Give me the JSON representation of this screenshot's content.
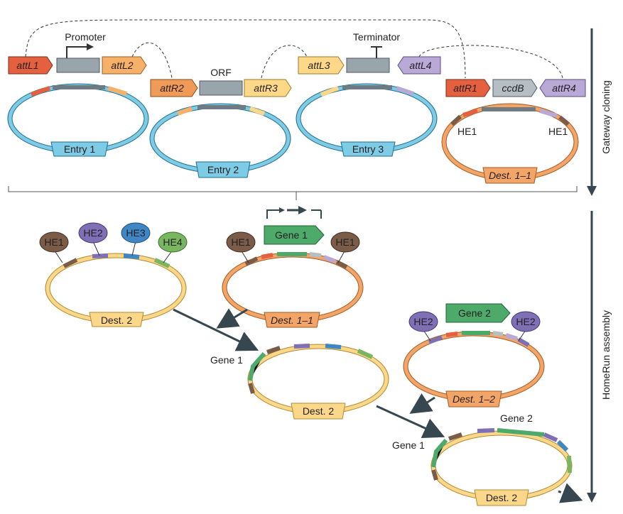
{
  "section_gateway": {
    "label": "Gateway cloning"
  },
  "section_homerun": {
    "label": "HomeRun assembly"
  },
  "plasmids": {
    "entry1": {
      "label": "Entry 1"
    },
    "entry2": {
      "label": "Entry 2"
    },
    "entry3": {
      "label": "Entry 3"
    },
    "dest11_top": {
      "label": "Dest. 1–1"
    },
    "dest2_a": {
      "label": "Dest. 2"
    },
    "dest11_mid": {
      "label": "Dest. 1–1"
    },
    "dest2_b": {
      "label": "Dest. 2"
    },
    "dest12": {
      "label": "Dest. 1–2"
    },
    "dest2_c": {
      "label": "Dest. 2"
    }
  },
  "elements": {
    "attL1": "attL1",
    "attL2": "attL2",
    "attR2": "attR2",
    "attR3": "attR3",
    "attL3": "attL3",
    "attL4": "attL4",
    "attR1": "attR1",
    "ccdB": "ccdB",
    "attR4": "attR4",
    "promoter": "Promoter",
    "orf": "ORF",
    "terminator": "Terminator"
  },
  "homing_endonucleases": {
    "he1": "HE1",
    "he2": "HE2",
    "he3": "HE3",
    "he4": "HE4"
  },
  "genes": {
    "gene1": "Gene 1",
    "gene2": "Gene 2"
  },
  "colors": {
    "entry_ring": "#7ecbe6",
    "dest_orange": "#f3a567",
    "dest_yellow": "#fbd78a",
    "attL1": "#e5603f",
    "attL2": "#f6b068",
    "attR3": "#fdd888",
    "attL4": "#b9a9d6",
    "ccdB": "#b5bec3",
    "gene_green": "#4daa6a",
    "he1": "#7a5c48",
    "he2": "#7f6fb4",
    "he3": "#3f87c4",
    "he4": "#78b760",
    "arrow": "#37474f"
  }
}
